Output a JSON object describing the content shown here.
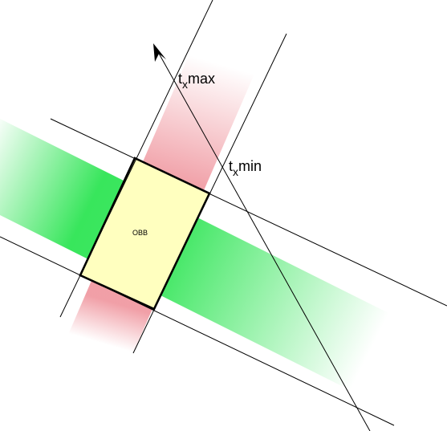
{
  "diagram": {
    "box_label": "OBB",
    "tmax_label": {
      "base": "t",
      "subscript": "x",
      "suffix": "max"
    },
    "tmin_label": {
      "base": "t",
      "subscript": "x",
      "suffix": "min"
    }
  },
  "colors": {
    "slab_green": "#22e34a",
    "slab_red": "#e5515f",
    "box_fill": "#ffffbf",
    "lines": "#000000",
    "background": "#ffffff"
  }
}
